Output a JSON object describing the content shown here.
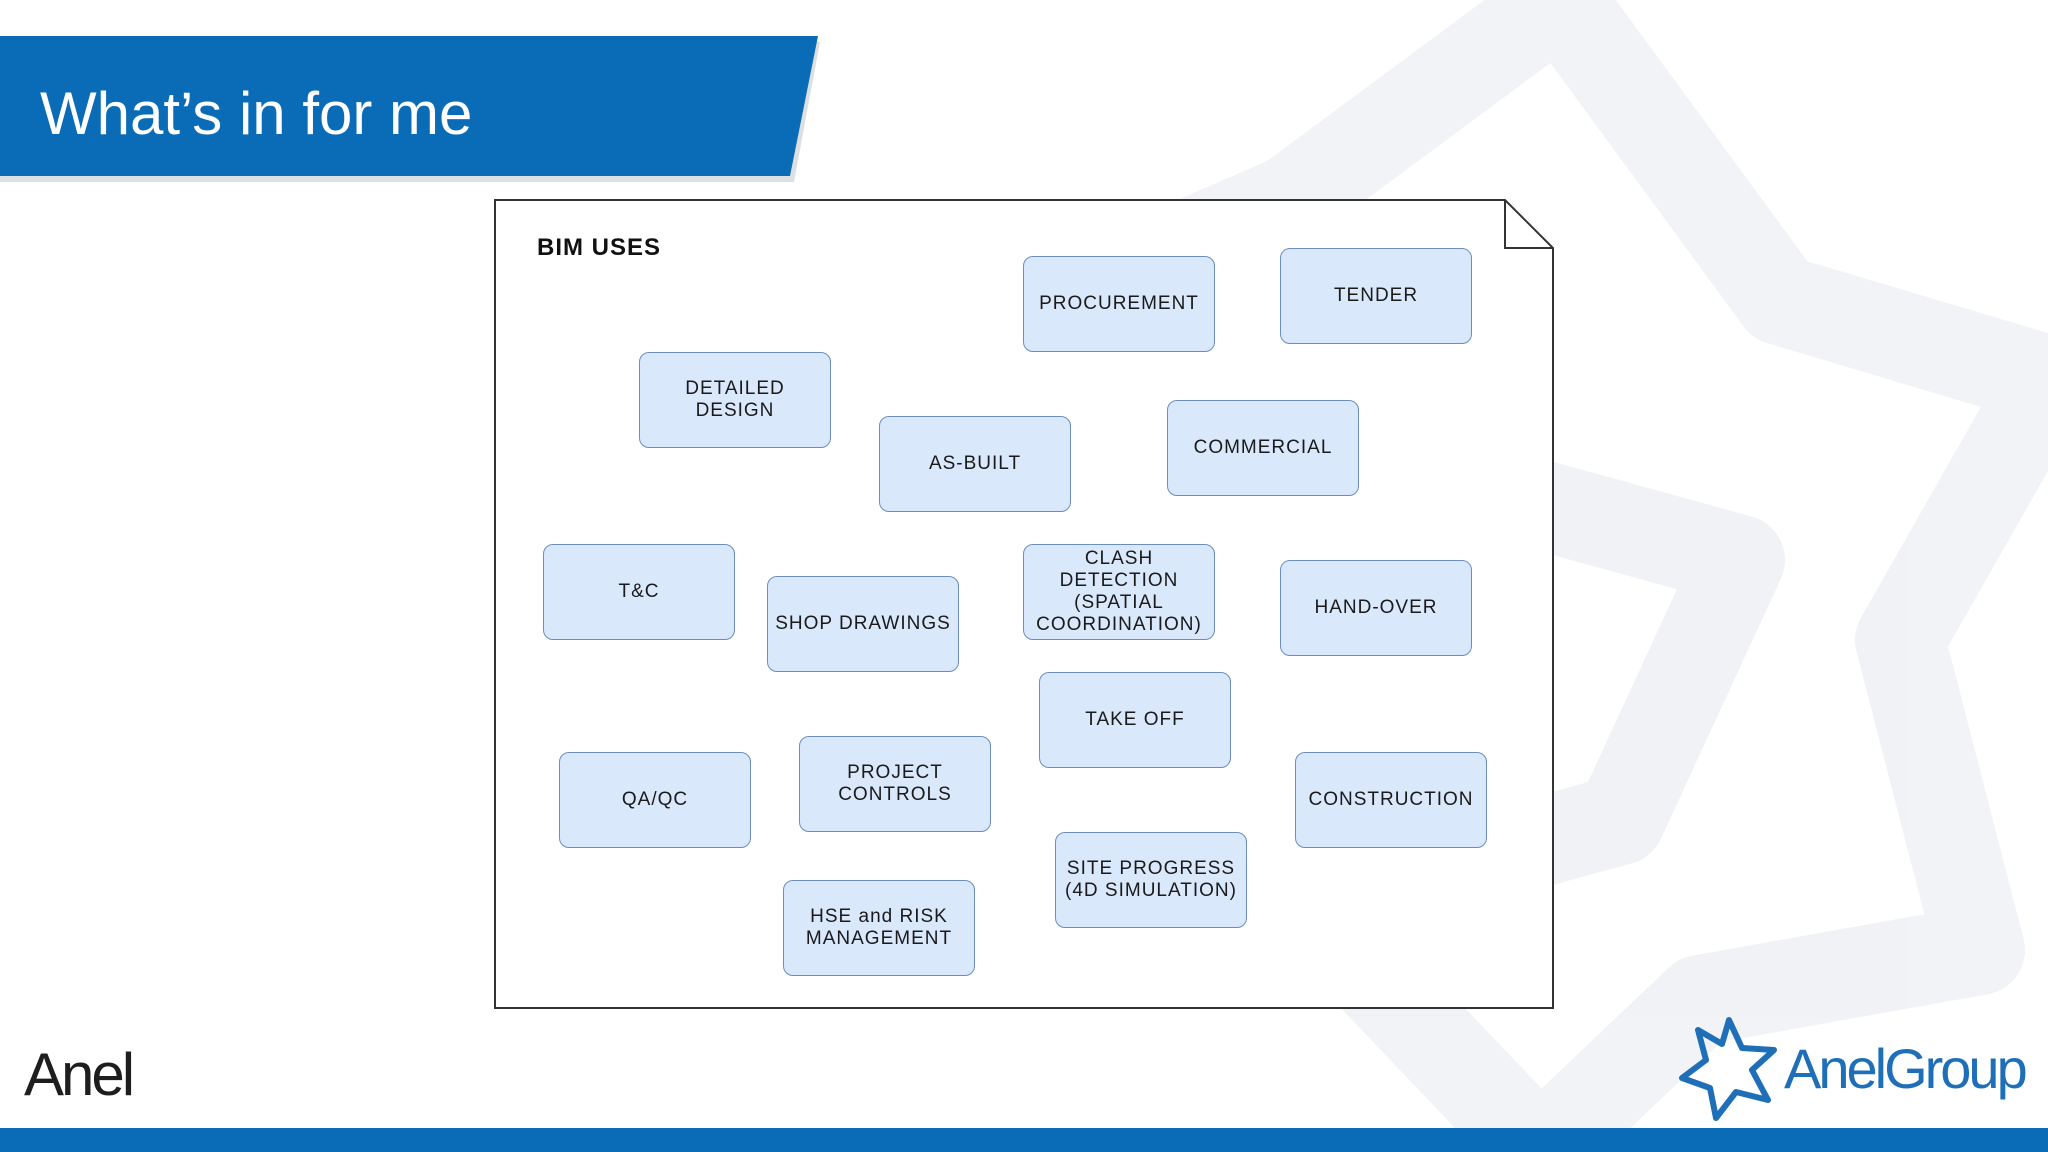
{
  "slide": {
    "title": "What’s in for me",
    "accent_color": "#0a6cb6"
  },
  "diagram": {
    "heading": "BIM USES",
    "node_fill": "#dae8fc",
    "node_border": "#6c8ebf",
    "nodes": [
      {
        "id": "procurement",
        "label": "PROCUREMENT"
      },
      {
        "id": "tender",
        "label": "TENDER"
      },
      {
        "id": "detailed-design",
        "label": "DETAILED DESIGN"
      },
      {
        "id": "as-built",
        "label": "AS-BUILT"
      },
      {
        "id": "commercial",
        "label": "COMMERCIAL"
      },
      {
        "id": "t-and-c",
        "label": "T&C"
      },
      {
        "id": "shop-drawings",
        "label": "SHOP DRAWINGS"
      },
      {
        "id": "clash-detection",
        "label": "CLASH DETECTION\n(SPATIAL\nCOORDINATION)"
      },
      {
        "id": "hand-over",
        "label": "HAND-OVER"
      },
      {
        "id": "take-off",
        "label": "TAKE OFF"
      },
      {
        "id": "qa-qc",
        "label": "QA/QC"
      },
      {
        "id": "project-controls",
        "label": "PROJECT\nCONTROLS"
      },
      {
        "id": "construction",
        "label": "CONSTRUCTION"
      },
      {
        "id": "site-progress",
        "label": "SITE PROGRESS\n(4D SIMULATION)"
      },
      {
        "id": "hse-risk",
        "label": "HSE and RISK\nMANAGEMENT"
      }
    ]
  },
  "logos": {
    "left": "Anel",
    "right": "AnelGroup",
    "right_icon": "anel-star-icon"
  }
}
